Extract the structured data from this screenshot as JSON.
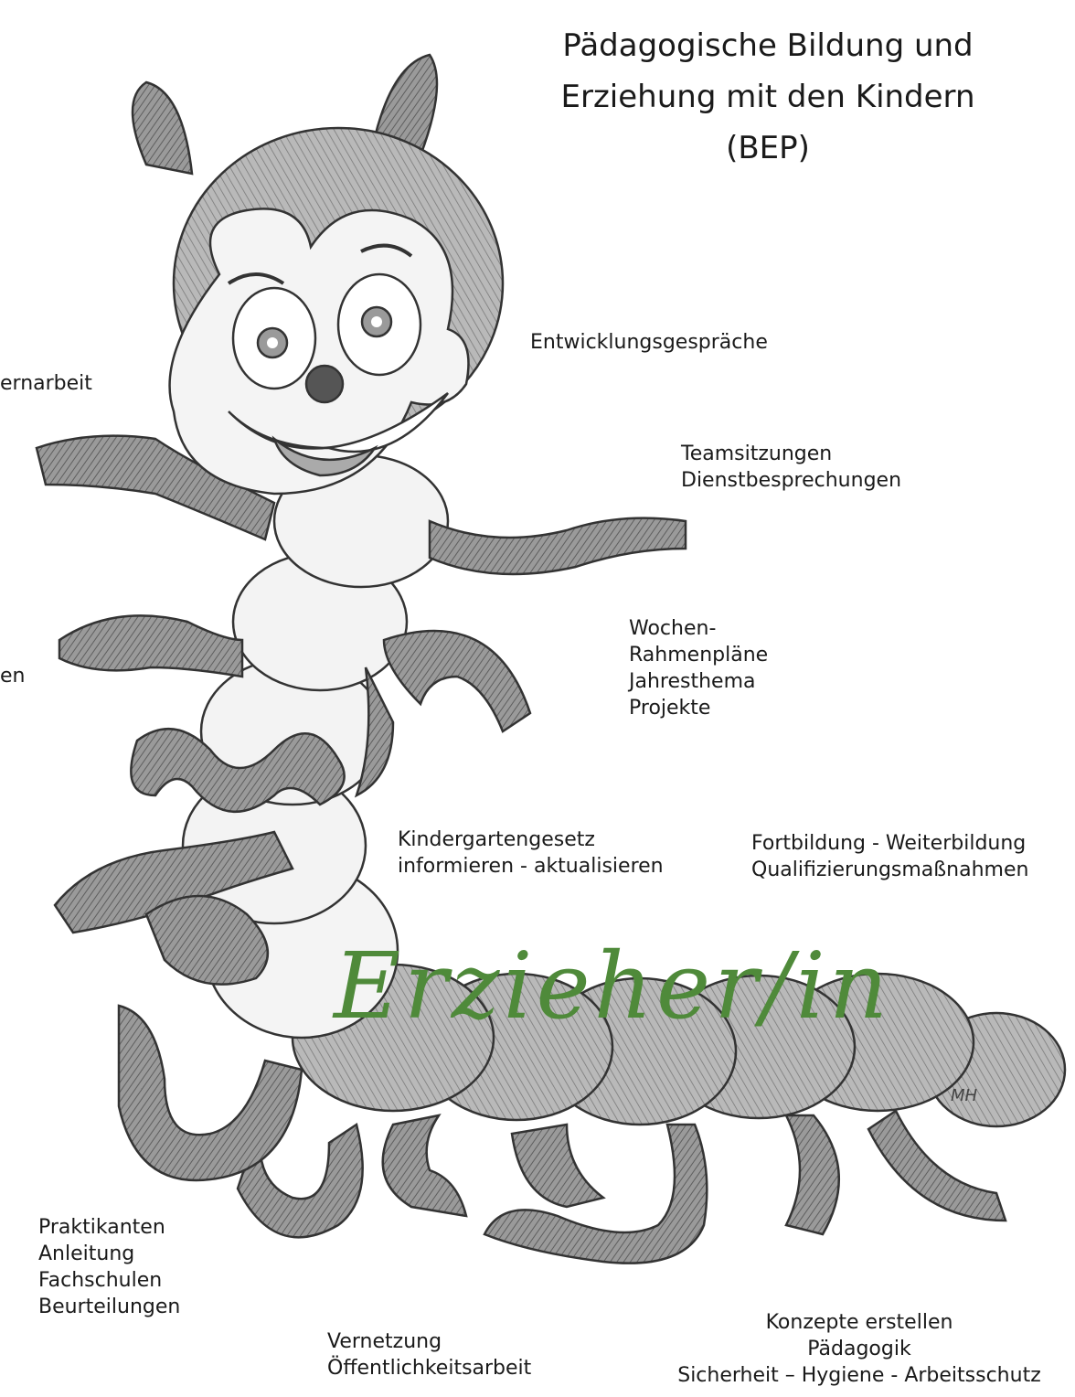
{
  "title": "Pädagogische Bildung und\nErziehung mit den Kindern\n(BEP)",
  "main_label": "Erzieher/in",
  "main_label_color": "#4f8a3a",
  "signature": "MH",
  "labels": {
    "elternarbeit": "ernarbeit",
    "entwicklung": "Entwicklungsgespräche",
    "team": "Teamsitzungen\nDienstbesprechungen",
    "left_cut": "en",
    "wochen": "Wochen-\nRahmenpläne\nJahresthema\nProjekte",
    "gesetz": "Kindergartengesetz\ninformieren - aktualisieren",
    "fortbildung": "Fortbildung - Weiterbildung\nQualifizierungsmaßnahmen",
    "praktikanten": "Praktikanten\nAnleitung\nFachschulen\nBeurteilungen",
    "vernetzung": "Vernetzung\nÖffentlichkeitsarbeit",
    "konzepte": "Konzepte erstellen\nPädagogik\nSicherheit – Hygiene - Arbeitsschutz"
  }
}
